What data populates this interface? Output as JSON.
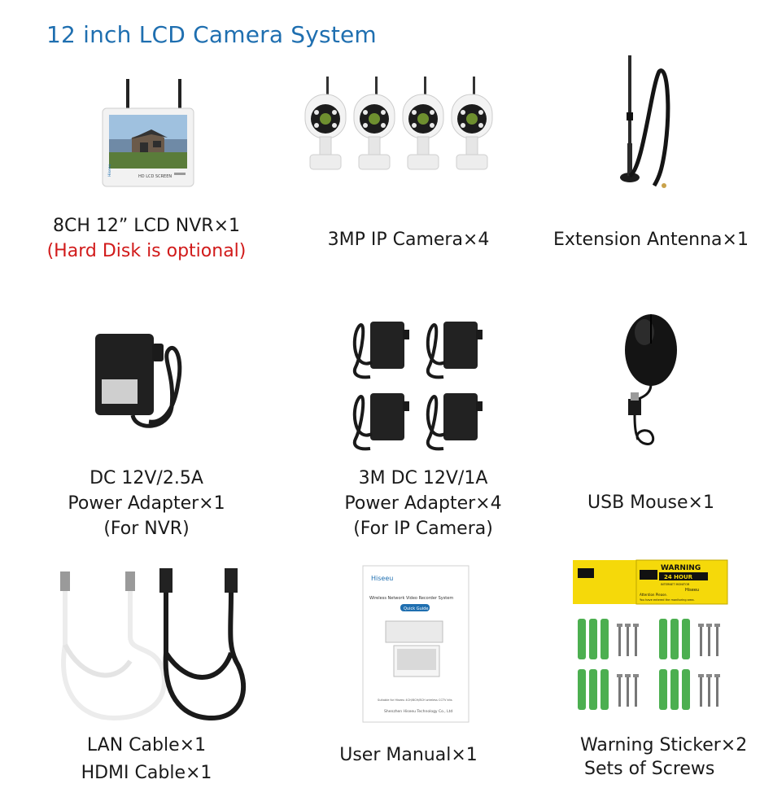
{
  "page": {
    "title": "12 inch LCD Camera System"
  },
  "items": [
    {
      "id": "nvr",
      "icon": "lcd-nvr-icon",
      "lines": [
        "8CH 12”   LCD NVR×1"
      ],
      "note": "(Hard Disk is optional)",
      "nvr_brand": "Hiseeu"
    },
    {
      "id": "camera",
      "icon": "ip-camera-icon",
      "lines": [
        "3MP IP Camera×4"
      ]
    },
    {
      "id": "antenna",
      "icon": "antenna-icon",
      "lines": [
        "Extension Antenna×1"
      ]
    },
    {
      "id": "nvr-adapter",
      "icon": "power-adapter-icon",
      "lines": [
        "DC 12V/2.5A",
        "Power Adapter×1",
        "(For NVR)"
      ]
    },
    {
      "id": "cam-adapters",
      "icon": "power-adapters-icon",
      "lines": [
        "3M DC 12V/1A",
        "Power Adapter×4",
        "(For IP Camera)"
      ]
    },
    {
      "id": "mouse",
      "icon": "usb-mouse-icon",
      "lines": [
        "USB Mouse×1"
      ]
    },
    {
      "id": "cables",
      "icon": "cables-icon",
      "lines": [
        "LAN Cable×1",
        "HDMI Cable×1"
      ]
    },
    {
      "id": "manual",
      "icon": "manual-icon",
      "lines": [
        "User Manual×1"
      ],
      "manual_text": {
        "brand": "Hiseeu",
        "heading": "Wireless Network Video Recorder System",
        "badge": "Quick Guide",
        "foot1": "Suitable for Hiseeu 4CH/8CH/8CH wireless CCTV kits",
        "foot2": "Shenzhen Hiseeu Technology Co., Ltd"
      }
    },
    {
      "id": "stickers",
      "icon": "warning-sticker-icon",
      "lines": [
        "Warning Sticker×2",
        "Sets of Screws"
      ],
      "sticker_text": {
        "warning": "WARNING",
        "hours": "24 HOUR",
        "sub": "INTERNET MONITOR",
        "attention": "Attention Please.",
        "monitoring": "You have entered the monitoring area.",
        "brand": "Hiseeu"
      }
    }
  ],
  "colors": {
    "title": "#1f6fb0",
    "note": "#d11a1a",
    "sticker": "#f5d90a"
  }
}
